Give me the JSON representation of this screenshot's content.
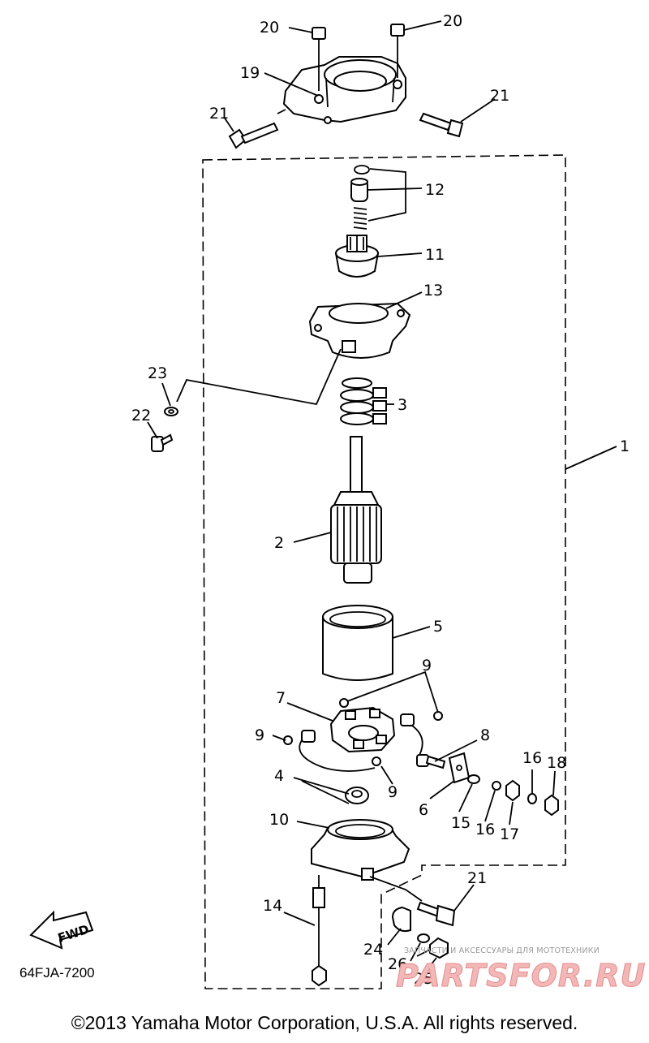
{
  "diagram": {
    "code": "64FJA-7200",
    "fwd_label": "FWD",
    "copyright": "©2013 Yamaha Motor Corporation, U.S.A. All rights reserved.",
    "watermark_small": "ЗАПЧАСТИ И АКСЕССУАРЫ ДЛЯ МОТОТЕХНИКИ",
    "watermark_logo": "PARTSFOR.RU",
    "callouts": [
      {
        "id": "c20a",
        "text": "20"
      },
      {
        "id": "c20b",
        "text": "20"
      },
      {
        "id": "c19",
        "text": "19"
      },
      {
        "id": "c21a",
        "text": "21"
      },
      {
        "id": "c21b",
        "text": "21"
      },
      {
        "id": "c12",
        "text": "12"
      },
      {
        "id": "c11",
        "text": "11"
      },
      {
        "id": "c13",
        "text": "13"
      },
      {
        "id": "c23",
        "text": "23"
      },
      {
        "id": "c3",
        "text": "3"
      },
      {
        "id": "c22",
        "text": "22"
      },
      {
        "id": "c1",
        "text": "1"
      },
      {
        "id": "c2",
        "text": "2"
      },
      {
        "id": "c5",
        "text": "5"
      },
      {
        "id": "c9a",
        "text": "9"
      },
      {
        "id": "c7",
        "text": "7"
      },
      {
        "id": "c9b",
        "text": "9"
      },
      {
        "id": "c8",
        "text": "8"
      },
      {
        "id": "c16a",
        "text": "16"
      },
      {
        "id": "c18",
        "text": "18"
      },
      {
        "id": "c4",
        "text": "4"
      },
      {
        "id": "c9c",
        "text": "9"
      },
      {
        "id": "c6",
        "text": "6"
      },
      {
        "id": "c15",
        "text": "15"
      },
      {
        "id": "c16b",
        "text": "16"
      },
      {
        "id": "c17",
        "text": "17"
      },
      {
        "id": "c10",
        "text": "10"
      },
      {
        "id": "c21c",
        "text": "21"
      },
      {
        "id": "c14",
        "text": "14"
      },
      {
        "id": "c24",
        "text": "24"
      },
      {
        "id": "c26",
        "text": "26"
      },
      {
        "id": "c25",
        "text": "25"
      }
    ]
  }
}
